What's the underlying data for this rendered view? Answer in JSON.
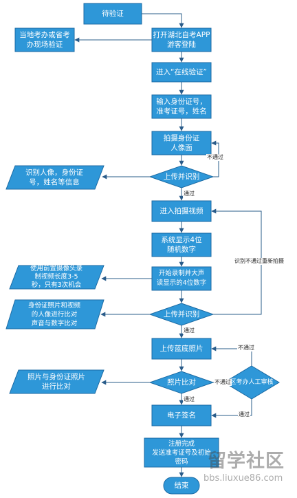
{
  "nodes": {
    "start": "待验证",
    "onsite": "当地考办或省考\n办现场验证",
    "app_login": "打开湖北自考APP\n游客登陆",
    "online_verify": "进入“在线验证”",
    "input_info": "输入身份证号，\n准考证号，姓名",
    "photo_id": "拍摄身份证\n人像面",
    "upload1": "上传并识别",
    "recog_info": "识别人像，身份证\n号，姓名等信息",
    "enter_video": "进入拍摄视频",
    "show_digits": "系统显示4位\n随机数字",
    "camera_note": "使用前置摄像头录\n制视频长度3-5\n秒，只有3次机会",
    "start_record": "开始录制并大声\n读显示的4位数字",
    "upload2": "上传并识别",
    "compare_note": "身份证照片和视频\n的人像进行比对\n声音与数字比对",
    "upload_blue": "上传蓝底照片",
    "photo_compare": "照片比对",
    "photo_id_compare": "照片与身份证照片\n进行比对",
    "manual_review": "区考办人工审核",
    "e_sign": "电子签名",
    "register_done": "注册完成\n发送准考证号及初始\n密码",
    "end": "结束"
  },
  "edges": {
    "fail": "不通过",
    "pass": "通过",
    "retake": "识别不通过重新拍摄"
  },
  "watermark": {
    "brand": "留学社区",
    "url": "bbs.liuxue86.com"
  },
  "colors": {
    "fill": "#2e97d8",
    "stroke": "#1b6aa3",
    "line": "#2a5c8a"
  }
}
